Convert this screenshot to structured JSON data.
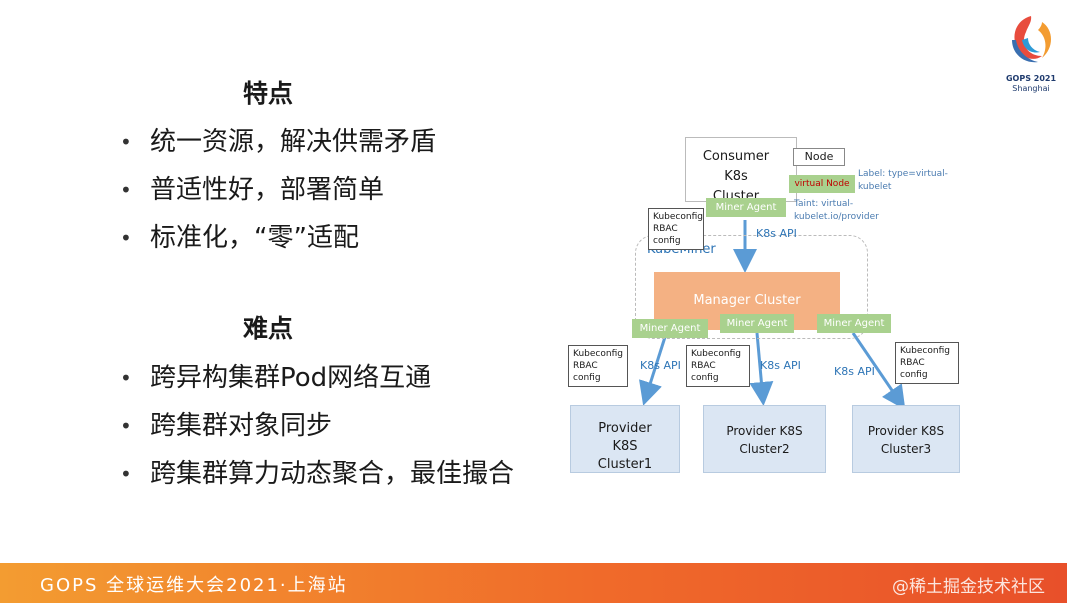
{
  "logo": {
    "line1": "GOPS 2021",
    "line2": "Shanghai"
  },
  "features": {
    "heading": "特点",
    "items": [
      "统一资源，解决供需矛盾",
      "普适性好，部署简单",
      "标准化，“零”适配"
    ]
  },
  "difficulties": {
    "heading": "难点",
    "items": [
      "跨异构集群Pod网络互通",
      "跨集群对象同步",
      "跨集群算力动态聚合，最佳撮合"
    ]
  },
  "diagram": {
    "consumer": "Consumer K8s Cluster",
    "node": "Node",
    "virtual_node": "virtual Node",
    "label_note": "Label: type=virtual-kubelet",
    "taint_note": "Taint: virtual-kubelet.io/provider",
    "miner_agent": "Miner Agent",
    "kubeconfig_doc": "Kubeconfig RBAC config",
    "k8s_api": "K8s API",
    "kubeminer": "KubeMiner",
    "manager": "Manager Cluster",
    "providers": [
      "Provider K8S Cluster1",
      "Provider K8S Cluster2",
      "Provider K8S Cluster3"
    ]
  },
  "footer": {
    "event": "GOPS 全球运维大会2021·上海站",
    "watermark": "@稀土掘金技术社区"
  },
  "colors": {
    "footer_start": "#f39c31",
    "footer_end": "#e8502a",
    "manager": "#f4b183",
    "agent": "#a9d18e",
    "virtual_node": "#c00000",
    "provider": "#dbe6f3",
    "arrow": "#5b9bd5"
  }
}
